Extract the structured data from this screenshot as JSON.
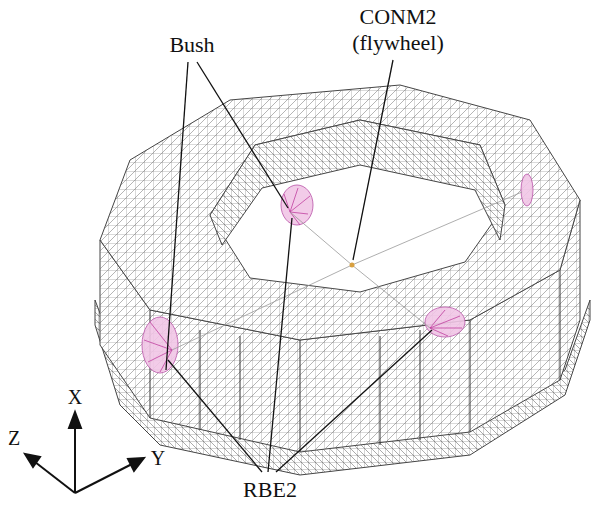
{
  "diagram": {
    "labels": [
      "Bush",
      "CONM2 (flywheel)",
      "RBE2",
      "Z",
      "X",
      "Y"
    ]
  }
}
